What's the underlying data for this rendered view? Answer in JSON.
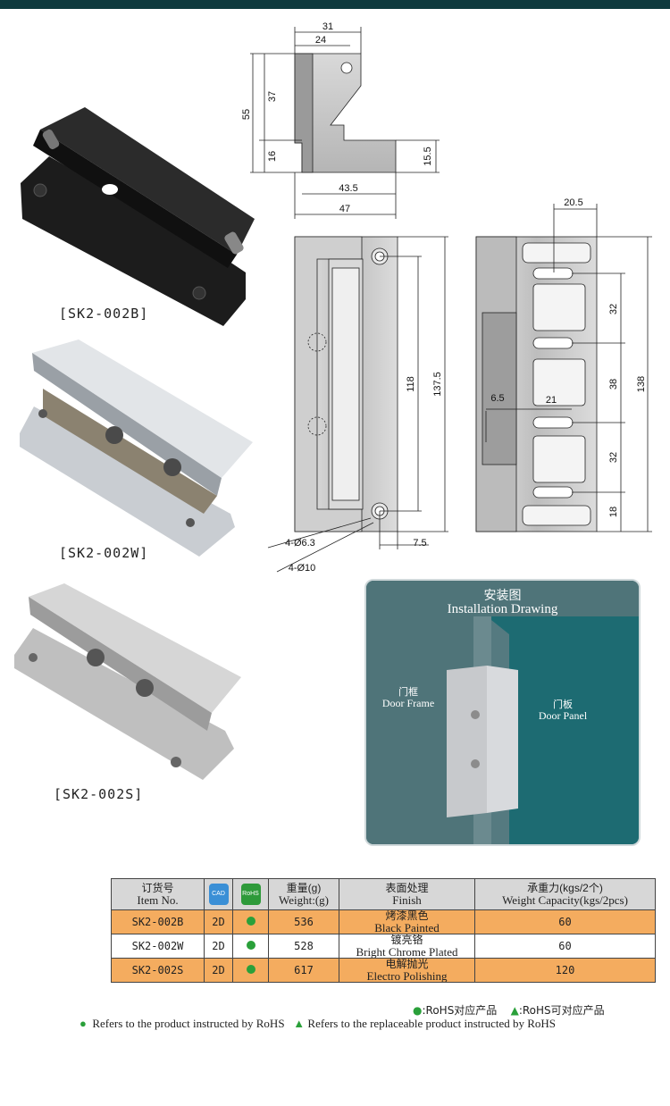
{
  "products": [
    {
      "caption": "[SK2-002B]"
    },
    {
      "caption": "[SK2-002W]"
    },
    {
      "caption": "[SK2-002S]"
    }
  ],
  "drawing": {
    "side_dims": [
      "31",
      "24",
      "37",
      "55",
      "16",
      "15.5",
      "43.5",
      "47"
    ],
    "front_dims": [
      "118",
      "137.5",
      "4-Ø6.3",
      "7.5",
      "4-Ø10"
    ],
    "back_dims": [
      "20.5",
      "32",
      "38",
      "32",
      "18",
      "138",
      "6.5",
      "21"
    ]
  },
  "installation": {
    "title_cn": "安装图",
    "title_en": "Installation Drawing",
    "door_frame_cn": "门框",
    "door_frame_en": "Door Frame",
    "door_panel_cn": "门板",
    "door_panel_en": "Door Panel"
  },
  "table": {
    "headers": {
      "item_cn": "订货号",
      "item_en": "Item No.",
      "cad": "CAD",
      "rohs": "RoHS",
      "weight_cn": "重量(g)",
      "weight_en": "Weight:(g)",
      "finish_cn": "表面处理",
      "finish_en": "Finish",
      "capacity_cn": "承重力(kgs/2个)",
      "capacity_en": "Weight Capacity(kgs/2pcs)"
    },
    "rows": [
      {
        "item": "SK2-002B",
        "cad": "2D",
        "weight": "536",
        "finish_cn": "烤漆黑色",
        "finish_en": "Black Painted",
        "capacity": "60"
      },
      {
        "item": "SK2-002W",
        "cad": "2D",
        "weight": "528",
        "finish_cn": "镀亮铬",
        "finish_en": "Bright Chrome Plated",
        "capacity": "60"
      },
      {
        "item": "SK2-002S",
        "cad": "2D",
        "weight": "617",
        "finish_cn": "电解抛光",
        "finish_en": "Electro Polishing",
        "capacity": "120"
      }
    ]
  },
  "legend": {
    "dot_cn": ":RoHS对应产品",
    "triangle_cn": ":RoHS可对应产品",
    "dot_en": "Refers to the product instructed by RoHS",
    "triangle_en": "Refers to the replaceable product instructed by RoHS"
  }
}
